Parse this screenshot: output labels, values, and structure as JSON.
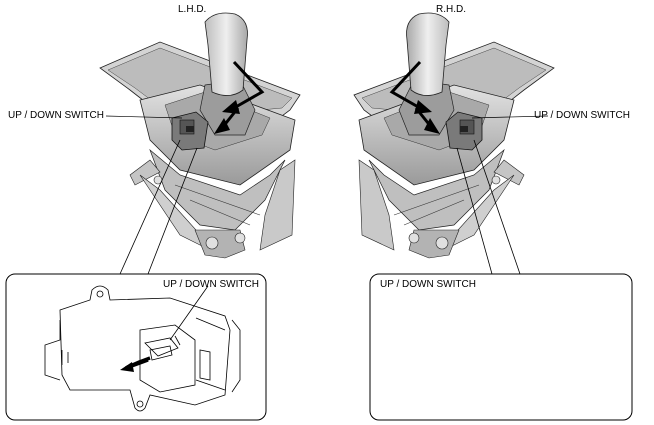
{
  "panels": {
    "left": {
      "title": "L.H.D.",
      "callout_label": "UP / DOWN SWITCH",
      "inset_label": "UP / DOWN SWITCH"
    },
    "right": {
      "title": "R.H.D.",
      "callout_label": "UP / DOWN SWITCH",
      "inset_label": "UP / DOWN SWITCH"
    }
  },
  "colors": {
    "line": "#000000",
    "shade": "#c8c8c8",
    "shade_dark": "#8a8a8a",
    "knob": "#d9d9d9"
  }
}
